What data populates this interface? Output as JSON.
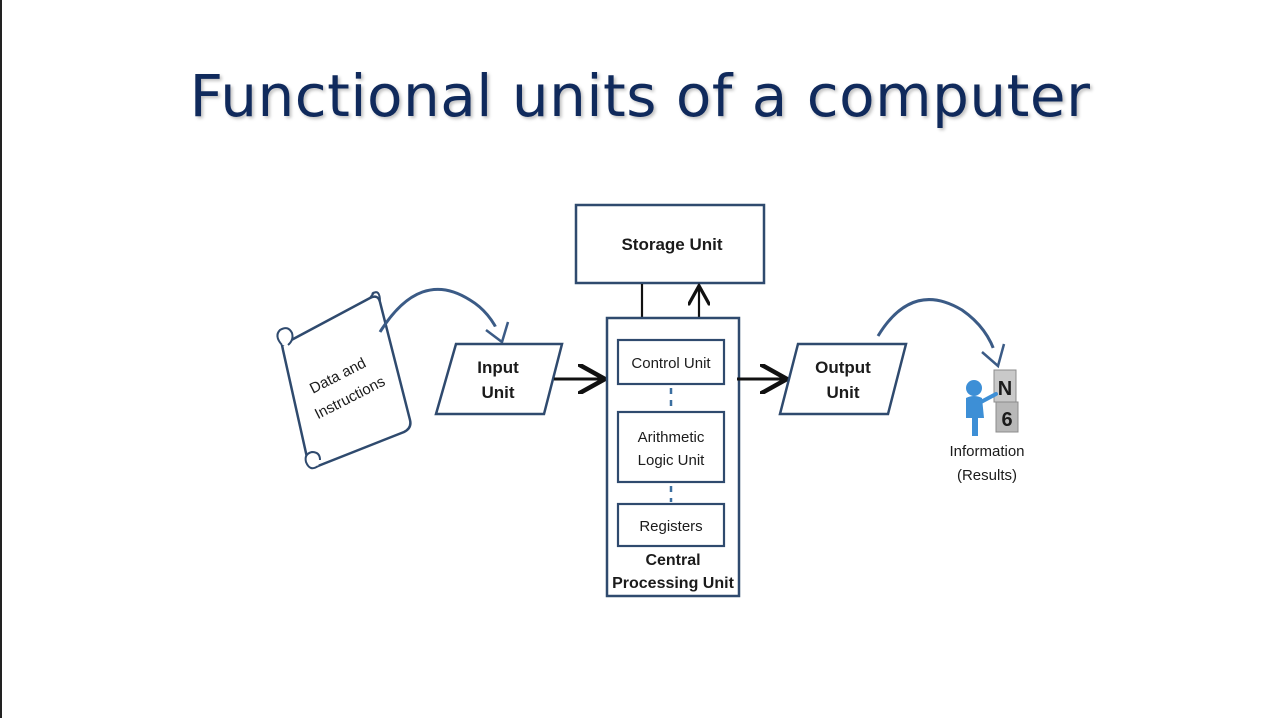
{
  "slide": {
    "title": "Functional units of a computer"
  },
  "diagram": {
    "data_scroll_line1": "Data and",
    "data_scroll_line2": "Instructions",
    "input_unit_line1": "Input",
    "input_unit_line2": "Unit",
    "storage_unit": "Storage Unit",
    "control_unit": "Control Unit",
    "alu_line1": "Arithmetic",
    "alu_line2": "Logic Unit",
    "registers": "Registers",
    "cpu_line1": "Central",
    "cpu_line2": "Processing Unit",
    "output_unit_line1": "Output",
    "output_unit_line2": "Unit",
    "information_line1": "Information",
    "information_line2": "(Results)"
  },
  "colors": {
    "title": "#102a5c",
    "box_stroke": "#2f4a6e",
    "arrow": "#111111",
    "curved_arrow": "#3b5b86",
    "person": "#3d8fd6"
  }
}
